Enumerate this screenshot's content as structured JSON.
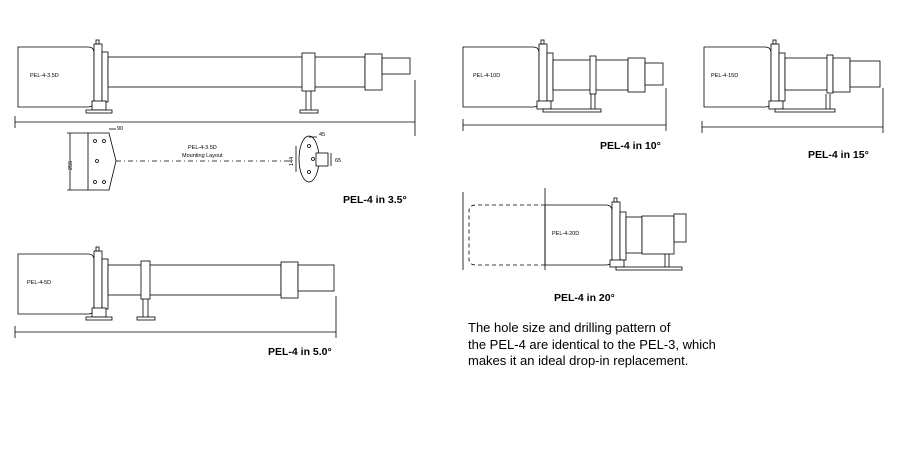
{
  "diagrams": {
    "pel4_35": {
      "model_label": "PEL-4-3.5D",
      "caption": "PEL-4 in 3.5°",
      "layout_title": "PEL-4-3.5D",
      "layout_subtitle": "Mounting Layout",
      "dim_90": "90",
      "dim_255": "255",
      "dim_45": "45",
      "dim_144": "144",
      "dim_65": "65"
    },
    "pel4_5": {
      "model_label": "PEL-4-5D",
      "caption": "PEL-4 in 5.0°"
    },
    "pel4_10": {
      "model_label": "PEL-4-10D",
      "caption": "PEL-4 in 10°"
    },
    "pel4_15": {
      "model_label": "PEL-4-15D",
      "caption": "PEL-4 in 15°"
    },
    "pel4_20": {
      "model_label": "PEL-4-20D",
      "caption": "PEL-4 in 20°"
    }
  },
  "note": {
    "line1": "The hole size and drilling pattern of",
    "line2": "the PEL-4 are identical to the PEL-3, which",
    "line3": "makes it an ideal drop-in replacement."
  }
}
